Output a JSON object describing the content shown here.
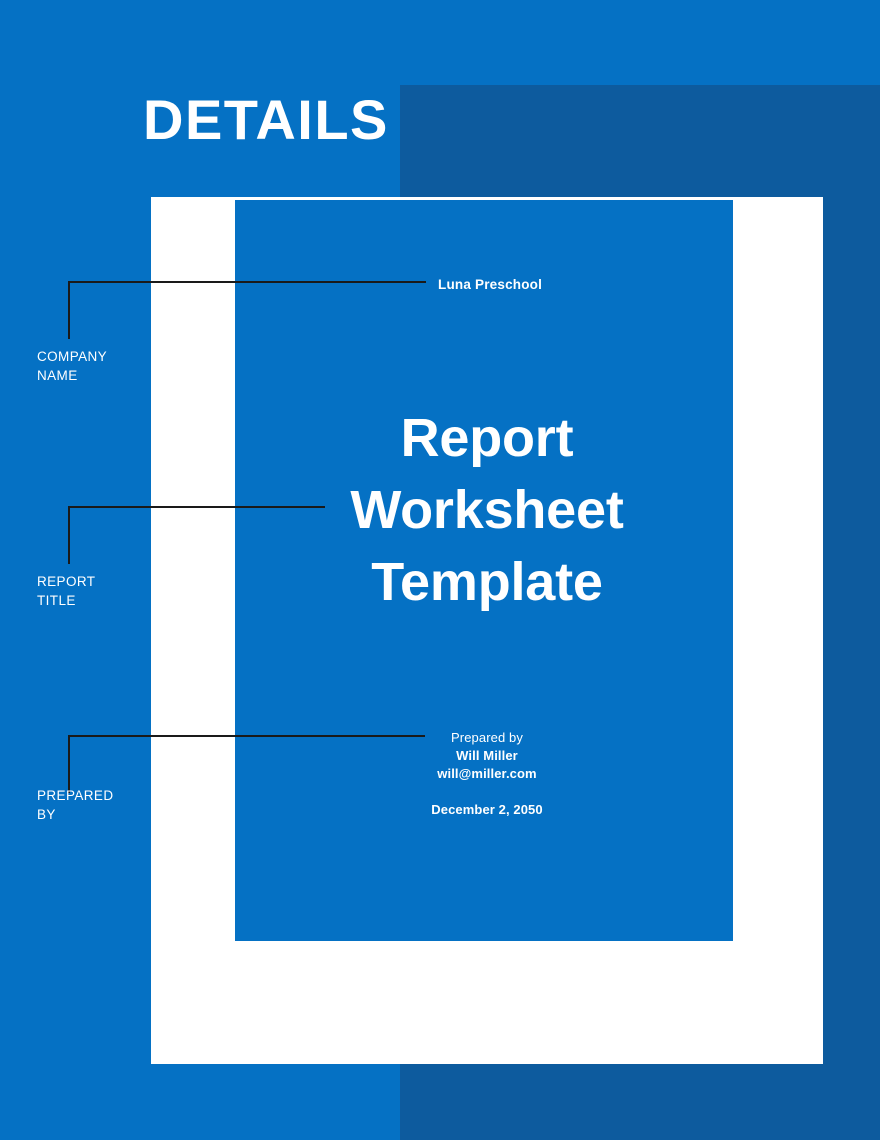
{
  "theme": {
    "background_blue": "#0571c4",
    "accent_dark_blue": "#0d5b9e",
    "card_white": "#ffffff",
    "leader_line": "#1a1a1a",
    "text_on_blue": "#ffffff"
  },
  "header": {
    "title": "DETAILS"
  },
  "fields": [
    {
      "key": "company",
      "label": "COMPANY\nNAME",
      "value": "Luna Preschool"
    },
    {
      "key": "report_title",
      "label": "REPORT\nTITLE",
      "value": "Report Worksheet Template"
    },
    {
      "key": "prepared_by",
      "label": "PREPARED\nBY",
      "value": "Will Miller"
    }
  ],
  "document": {
    "title_line_1": "Report",
    "title_line_2": "Worksheet",
    "title_line_3": "Template"
  },
  "prepared_by": {
    "caption": "Prepared by",
    "name": "Will Miller",
    "email": "will@miller.com",
    "date": "December 2, 2050"
  }
}
